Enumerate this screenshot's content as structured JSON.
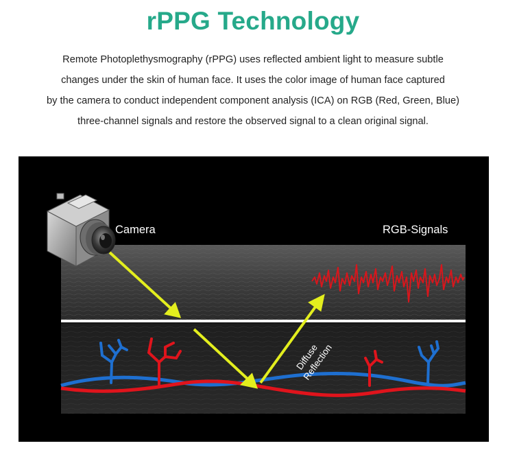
{
  "heading": "rPPG Technology",
  "description_lines": [
    "Remote Photoplethysmography (rPPG) uses reflected ambient light to measure subtle",
    "changes under the skin of human face. It uses the color image of human face captured",
    "by the camera to conduct independent component analysis (ICA) on RGB (Red, Green, Blue)",
    "three-channel signals and restore the observed signal to a clean original signal."
  ],
  "figure": {
    "camera_label": "Camera",
    "signals_label": "RGB-Signals",
    "reflection_label_line1": "Diffuse",
    "reflection_label_line2": "Reflection",
    "icons": [
      "camera-icon"
    ],
    "colors": {
      "title": "#26a98a",
      "light_ray": "#e3ee1e",
      "artery": "#e0141c",
      "vein": "#1e6fd0",
      "signal": "#d8161c",
      "skin_surface": "#ffffff"
    }
  }
}
